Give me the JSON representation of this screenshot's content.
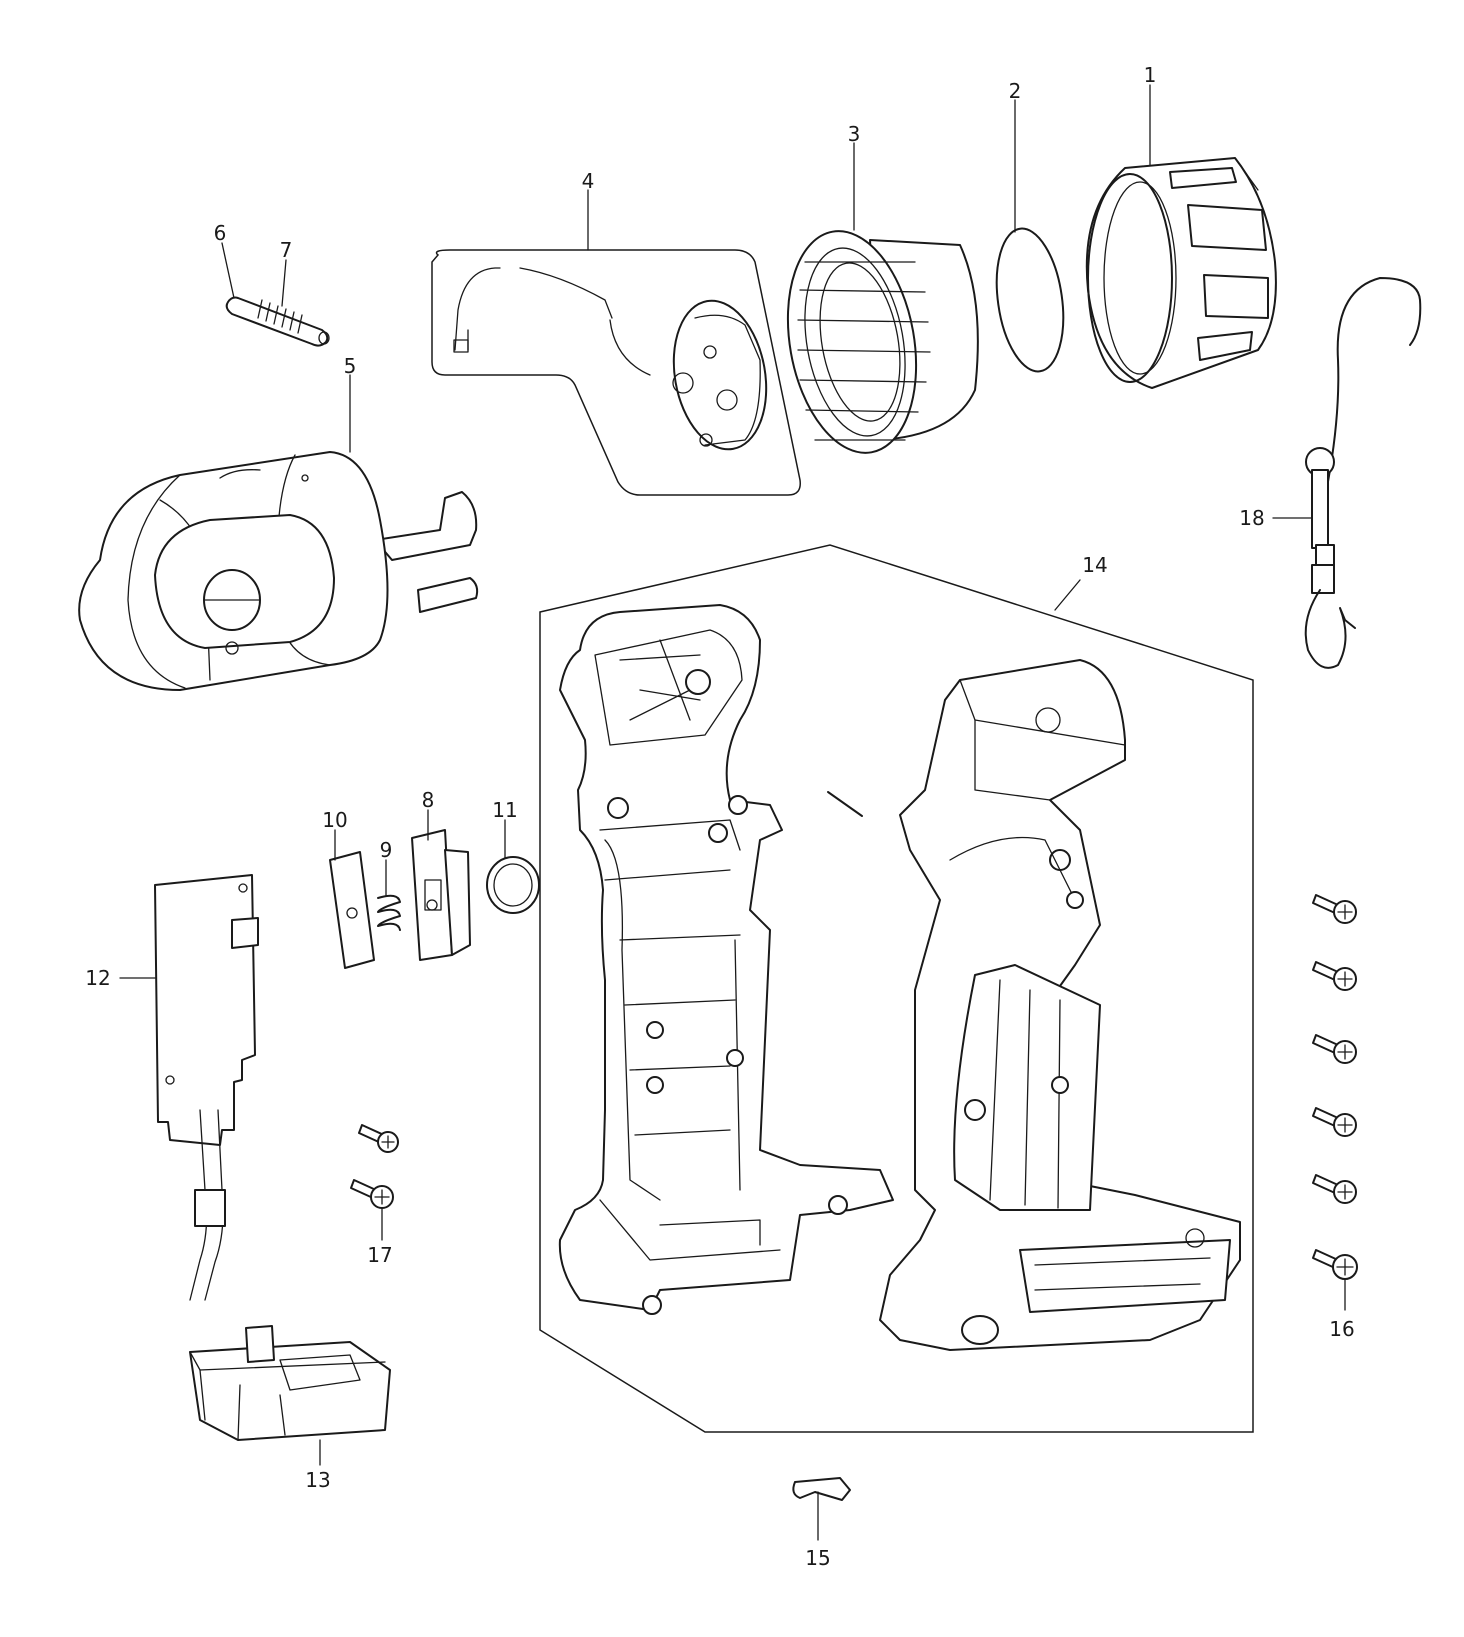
{
  "diagram": {
    "parts": [
      {
        "id": "1",
        "label": "1"
      },
      {
        "id": "2",
        "label": "2"
      },
      {
        "id": "3",
        "label": "3"
      },
      {
        "id": "4",
        "label": "4"
      },
      {
        "id": "5",
        "label": "5"
      },
      {
        "id": "6",
        "label": "6"
      },
      {
        "id": "7",
        "label": "7"
      },
      {
        "id": "8",
        "label": "8"
      },
      {
        "id": "9",
        "label": "9"
      },
      {
        "id": "10",
        "label": "10"
      },
      {
        "id": "11",
        "label": "11"
      },
      {
        "id": "12",
        "label": "12"
      },
      {
        "id": "13",
        "label": "13"
      },
      {
        "id": "14",
        "label": "14"
      },
      {
        "id": "15",
        "label": "15"
      },
      {
        "id": "16",
        "label": "16"
      },
      {
        "id": "17",
        "label": "17"
      },
      {
        "id": "18",
        "label": "18"
      }
    ]
  }
}
